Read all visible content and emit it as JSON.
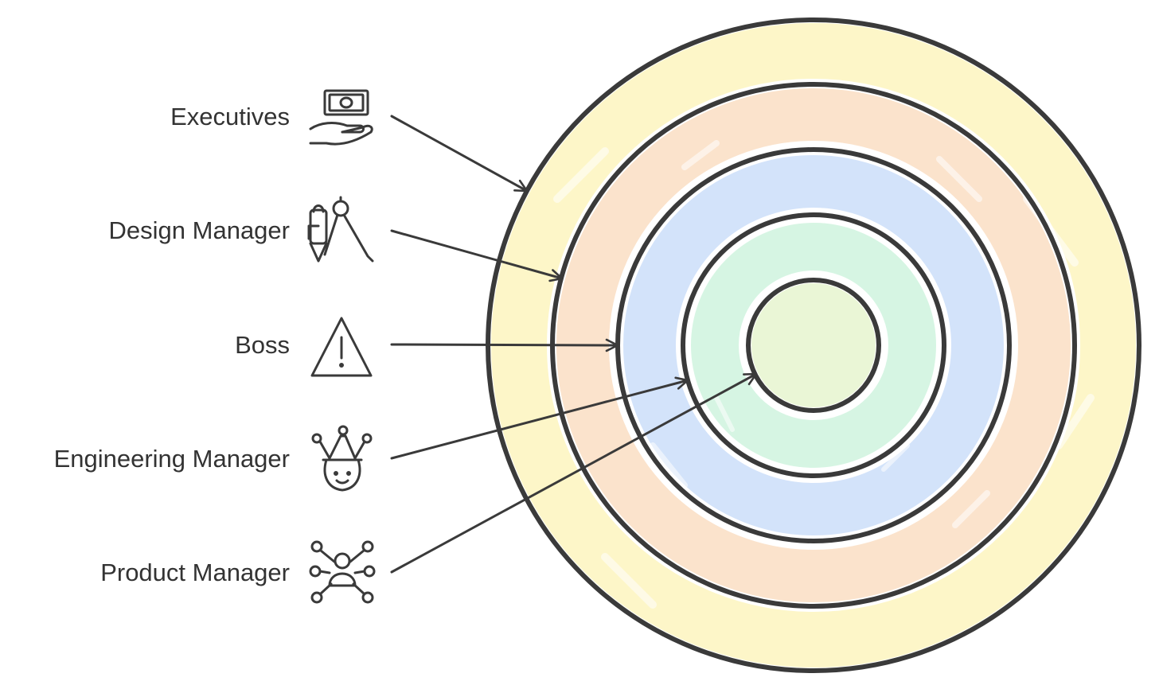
{
  "diagram": {
    "type": "concentric-rings",
    "stakeholders": [
      {
        "label": "Executives",
        "icon": "hand-money-icon",
        "ring": 1
      },
      {
        "label": "Design Manager",
        "icon": "pen-compass-icon",
        "ring": 2
      },
      {
        "label": "Boss",
        "icon": "warning-triangle-icon",
        "ring": 3
      },
      {
        "label": "Engineering Manager",
        "icon": "crowned-face-icon",
        "ring": 4
      },
      {
        "label": "Product Manager",
        "icon": "person-network-icon",
        "ring": 5
      }
    ],
    "ring_colors": [
      "#fdf6c8",
      "#fbe3cc",
      "#d3e3fa",
      "#d6f5e3",
      "#eaf6d6"
    ],
    "stroke_color": "#3a3a3a",
    "text_color": "#333333"
  }
}
